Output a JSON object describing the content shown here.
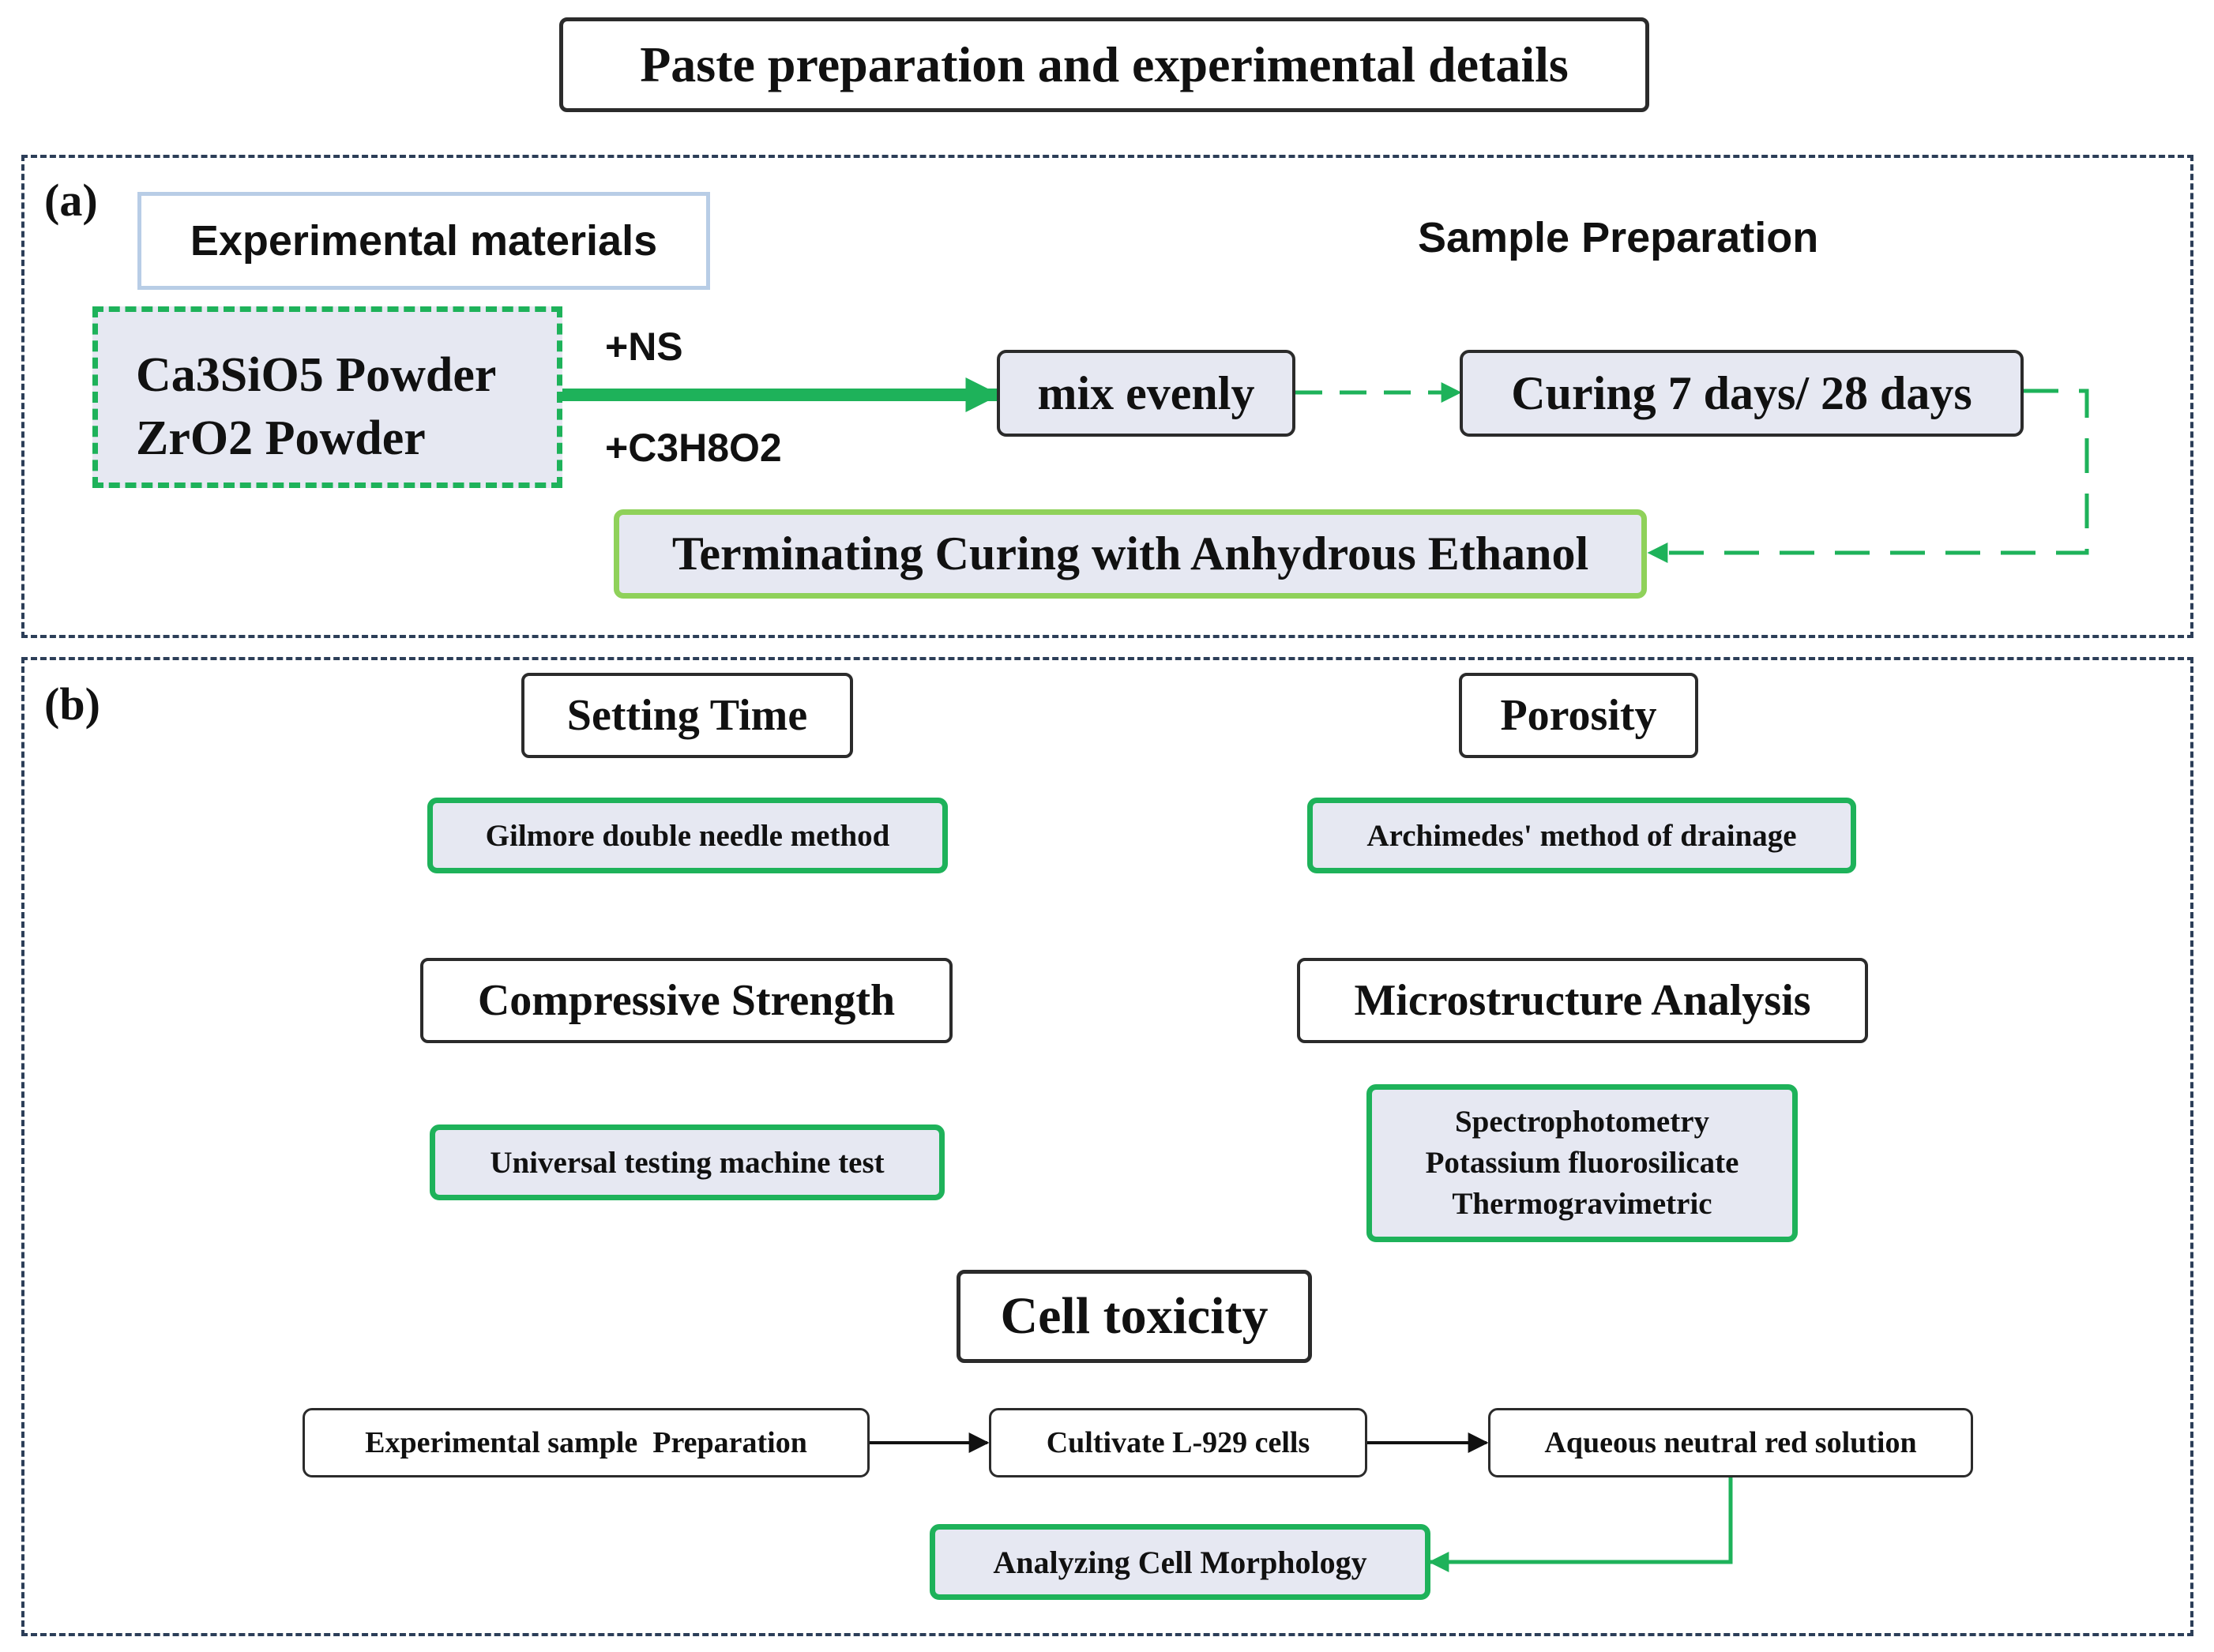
{
  "title": "Paste preparation and experimental details",
  "panel_a": {
    "label": "(a)",
    "materials_heading": "Experimental materials",
    "sample_prep_heading": "Sample Preparation",
    "materials": {
      "line1": "Ca3SiO5 Powder",
      "line2": "ZrO2 Powder"
    },
    "additive_1": "+NS",
    "additive_2": "+C3H8O2",
    "step_mix": "mix evenly",
    "step_curing": "Curing 7 days/ 28 days",
    "step_terminate": "Terminating Curing with Anhydrous Ethanol"
  },
  "panel_b": {
    "label": "(b)",
    "setting_time": {
      "title": "Setting Time",
      "method": "Gilmore double needle method"
    },
    "porosity": {
      "title": "Porosity",
      "method": "Archimedes' method of drainage"
    },
    "compressive": {
      "title": "Compressive Strength",
      "method": "Universal testing machine test"
    },
    "microstructure": {
      "title": "Microstructure Analysis",
      "methods": [
        "Spectrophotometry",
        "Potassium fluorosilicate",
        "Thermogravimetric"
      ]
    },
    "cell_toxicity": {
      "title": "Cell toxicity",
      "steps": [
        "Experimental sample  Preparation",
        "Cultivate L-929 cells",
        "Aqueous neutral red solution"
      ],
      "analysis": "Analyzing Cell Morphology"
    }
  },
  "colors": {
    "green_arrow": "#1eb25a",
    "lime_border": "#8fd15a",
    "box_fill": "#e6e8f2",
    "panel_dash": "#2c3e58",
    "heading_border": "#b8cde6"
  }
}
